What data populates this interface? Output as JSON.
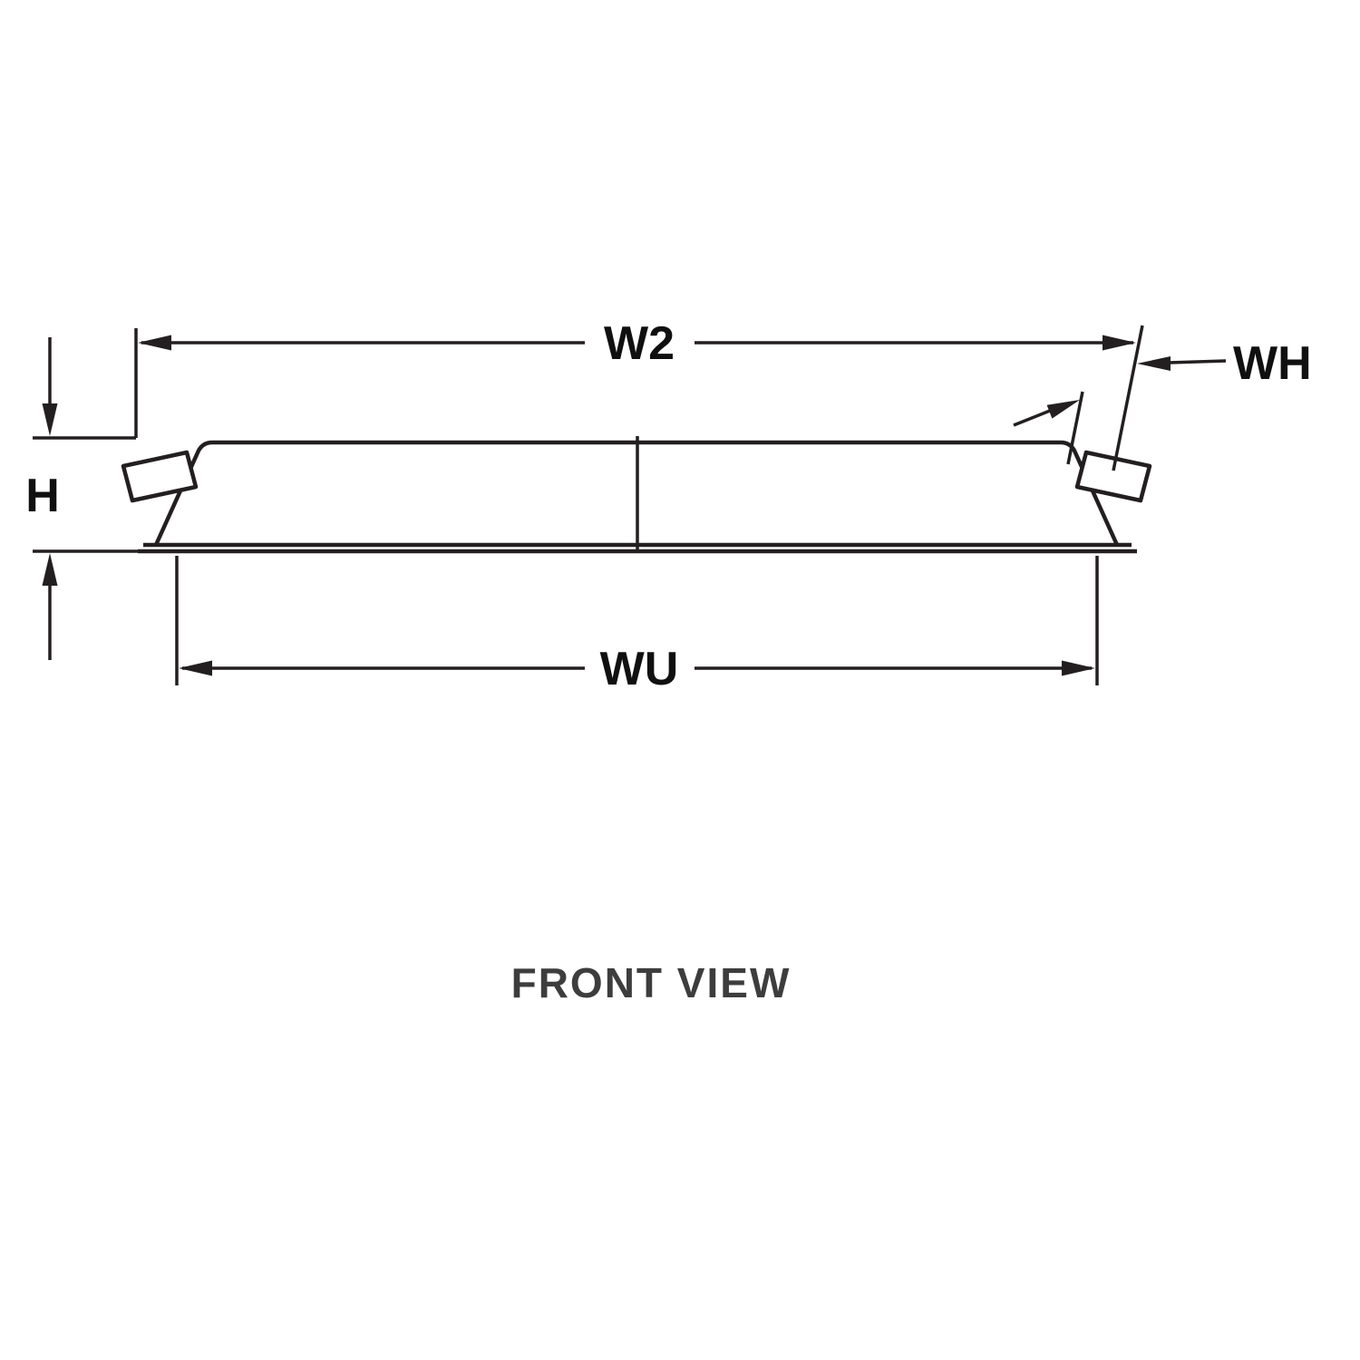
{
  "page": {
    "background": "#ffffff"
  },
  "diagram": {
    "type": "technical-dimension-drawing",
    "caption": "FRONT VIEW",
    "labels": {
      "w2": "W2",
      "wh": "WH",
      "h": "H",
      "wu": "WU"
    },
    "colors": {
      "line": "#231f20",
      "background": "#ffffff",
      "caption": "#3d3d3d",
      "label_text": "#101010"
    }
  }
}
